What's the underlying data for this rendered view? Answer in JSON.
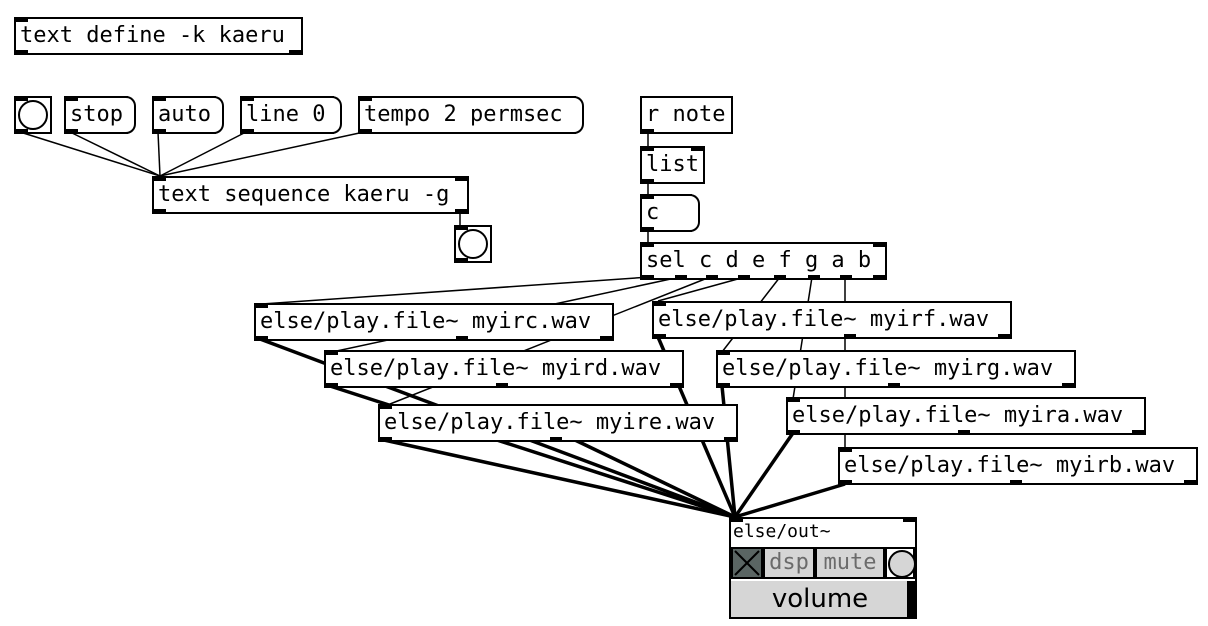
{
  "objects": {
    "text_define": "text define -k kaeru",
    "stop": "stop",
    "auto": "auto",
    "line0": "line 0",
    "tempo": "tempo 2 permsec",
    "text_sequence": "text sequence kaeru -g",
    "r_note": "r note",
    "list": "list",
    "symbol_atom": "c",
    "sel": "sel c d e f g a b",
    "play_c": "else/play.file~ myirc.wav",
    "play_d": "else/play.file~ myird.wav",
    "play_e": "else/play.file~ myire.wav",
    "play_f": "else/play.file~ myirf.wav",
    "play_g": "else/play.file~ myirg.wav",
    "play_a": "else/play.file~ myira.wav",
    "play_b": "else/play.file~ myirb.wav"
  },
  "out_panel": {
    "title": "else/out~",
    "dsp_label": "dsp",
    "mute_label": "mute",
    "volume_label": "volume"
  },
  "colors": {
    "toggle_bg": "#5a6563",
    "panel_gray": "#d6d6d6",
    "panel_text": "#6b6b6b"
  }
}
